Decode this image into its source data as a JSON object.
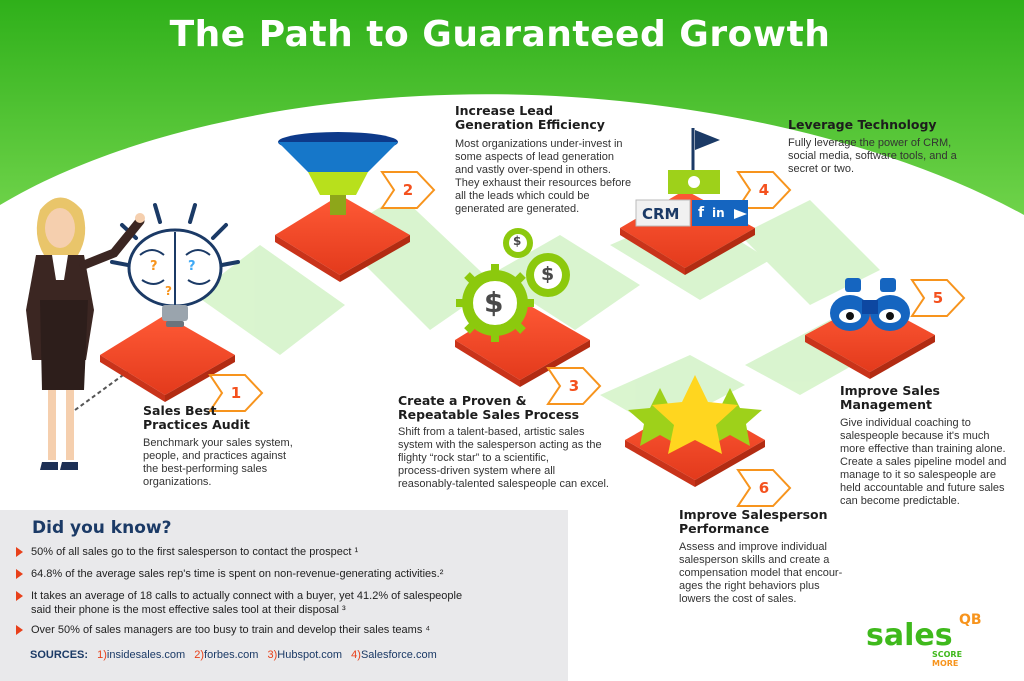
{
  "title": "The Path to Guaranteed Growth",
  "steps": [
    {
      "num": "1",
      "title1": "Sales Best",
      "title2": "Practices Audit",
      "body": [
        "Benchmark your sales system,",
        "people, and practices against",
        "the best-performing sales",
        "organizations."
      ]
    },
    {
      "num": "2",
      "title1": "Increase Lead",
      "title2": "Generation Efficiency",
      "body": [
        "Most organizations under-invest in",
        "some aspects of lead generation",
        "and vastly over-spend in others.",
        "They exhaust their resources before",
        "all the leads which could be",
        "generated are generated."
      ]
    },
    {
      "num": "3",
      "title1": "Create a Proven &",
      "title2": "Repeatable Sales Process",
      "body": [
        "Shift from a talent-based, artistic sales",
        "system with the salesperson acting as the",
        "flighty  “rock star” to a scientific,",
        "process-driven system where all",
        "reasonably-talented salespeople can excel."
      ]
    },
    {
      "num": "4",
      "title1": "Leverage Technology",
      "title2": "",
      "body": [
        "Fully leverage the power of CRM,",
        "social media, software tools, and a",
        "secret or two."
      ]
    },
    {
      "num": "5",
      "title1": "Improve Sales",
      "title2": "Management",
      "body": [
        "Give individual coaching to",
        "salespeople because it's much",
        "more effective than training alone.",
        "Create a sales pipeline model and",
        "manage to it so salespeople are",
        "held accountable and future sales",
        "can become predictable."
      ]
    },
    {
      "num": "6",
      "title1": "Improve Salesperson",
      "title2": "Performance",
      "body": [
        "Assess and improve individual",
        "salesperson skills and create a",
        "compensation model that encour-",
        "ages the right behaviors plus",
        "lowers the cost of sales."
      ]
    }
  ],
  "icons": {
    "crm_label": "CRM",
    "facebook": "f",
    "linkedin": "in",
    "dollar": "$"
  },
  "did_you_know": {
    "heading": "Did you know?",
    "facts": [
      [
        "50% of all sales go to the first salesperson to contact the prospect ¹"
      ],
      [
        "64.8% of the average sales rep's time is spent on non-revenue-generating activities.²"
      ],
      [
        "It takes an average of 18 calls to actually connect with a buyer, yet 41.2% of salespeople",
        "said their phone is the most effective sales tool at their disposal ³"
      ],
      [
        "Over 50% of sales managers are too busy to train and develop their sales teams ⁴"
      ]
    ],
    "sources_label": "SOURCES:",
    "sources": [
      {
        "n": "1)",
        "name": "insidesales.com"
      },
      {
        "n": "2)",
        "name": "forbes.com"
      },
      {
        "n": "3)",
        "name": "Hubspot.com"
      },
      {
        "n": "4)",
        "name": "Salesforce.com"
      }
    ]
  },
  "logo": {
    "main": "sales",
    "badge": "QB",
    "tag1": "SCORE",
    "tag2": "MORE"
  },
  "colors": {
    "green": "#3fb91c",
    "tile_red": "#f2492a",
    "path_green": "#c6efb8",
    "arrow_orange": "#f7941d",
    "navy": "#1b3a66"
  }
}
